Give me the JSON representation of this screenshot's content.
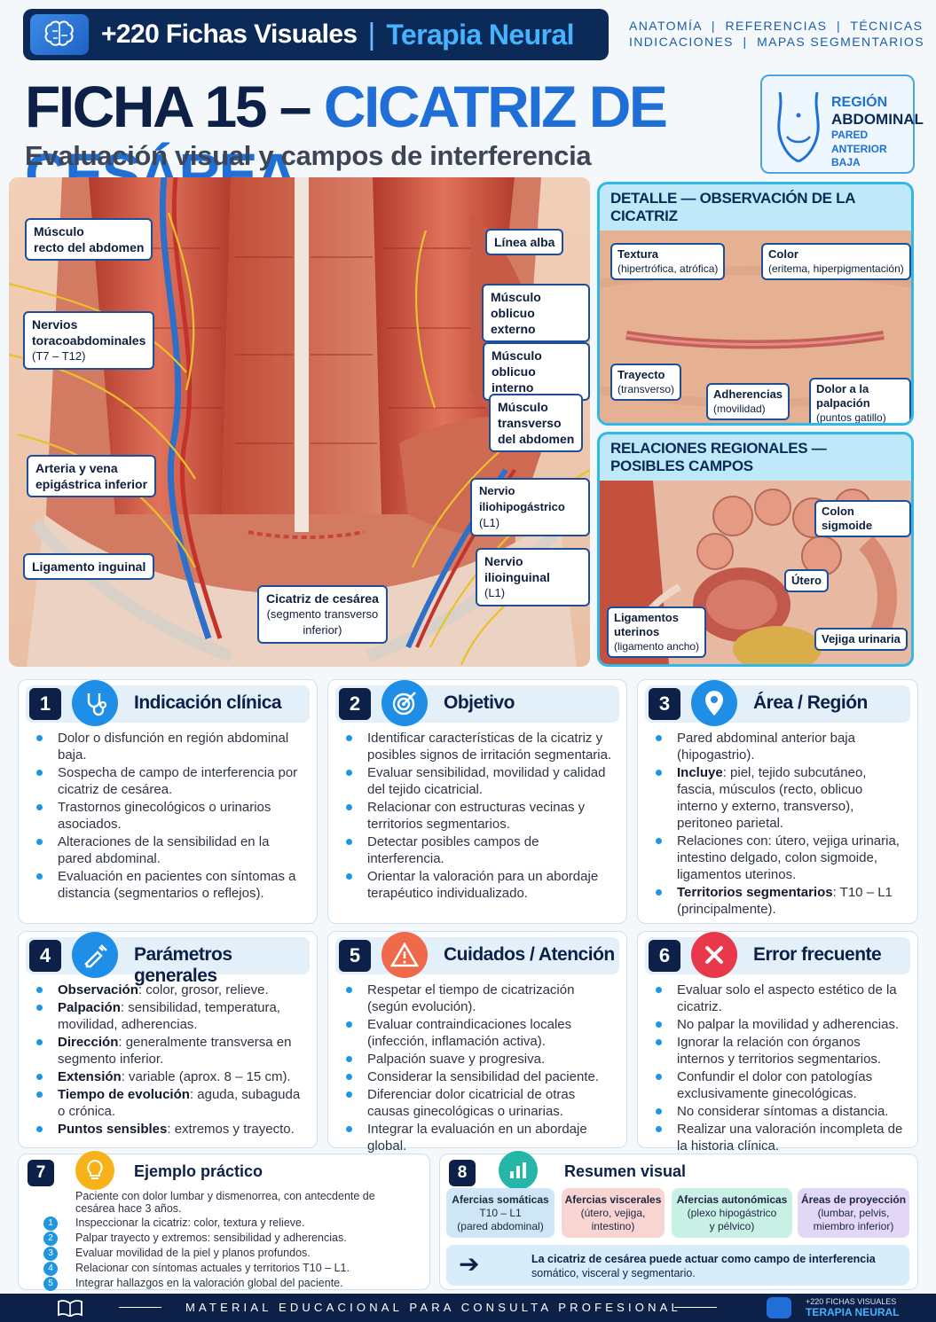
{
  "header": {
    "brand": "+220 Fichas Visuales",
    "separator": "|",
    "brand_sub": "Terapia Neural",
    "nav_line1": "ANATOMÍA  |  REFERENCIAS  |  TÉCNICAS",
    "nav_line2": "INDICACIONES  |  MAPAS SEGMENTARIOS"
  },
  "title": {
    "part1": "FICHA 15 – ",
    "part2": "CICATRIZ DE CESÁREA",
    "subtitle": "Evaluación visual y campos de interferencia"
  },
  "region": {
    "l1": "REGIÓN",
    "l2": "ABDOMINAL",
    "l3": "PARED ANTERIOR",
    "l4": "BAJA"
  },
  "anatomy_labels": [
    {
      "t": "Músculo",
      "s": "recto del abdomen"
    },
    {
      "t": "Nervios",
      "s": "toracoabdominales",
      "n": "(T7 – T12)"
    },
    {
      "t": "Arteria y vena",
      "s": "epigástrica inferior"
    },
    {
      "t": "Ligamento inguinal"
    },
    {
      "t": "Línea alba"
    },
    {
      "t": "Músculo",
      "s": "oblicuo externo"
    },
    {
      "t": "Músculo",
      "s": "oblicuo interno"
    },
    {
      "t": "Músculo",
      "s": "transverso",
      "n": "del abdomen"
    },
    {
      "t": "Nervio iliohipogástrico",
      "n": "(L1)"
    },
    {
      "t": "Nervio ilioinguinal",
      "n": "(L1)"
    },
    {
      "t": "Cicatriz de cesárea",
      "n": "(segmento transverso",
      "m": "inferior)"
    }
  ],
  "detail": {
    "title": "DETALLE — OBSERVACIÓN DE LA CICATRIZ",
    "tags": [
      {
        "t": "Textura",
        "s": "(hipertrófica, atrófica)"
      },
      {
        "t": "Color",
        "s": "(eritema, hiperpigmentación)"
      },
      {
        "t": "Trayecto",
        "s": "(transverso)"
      },
      {
        "t": "Adherencias",
        "s": "(movilidad)"
      },
      {
        "t": "Dolor a la palpación",
        "s": "(puntos gatillo)"
      }
    ]
  },
  "relations": {
    "title": "RELACIONES REGIONALES — POSIBLES CAMPOS",
    "tags": [
      {
        "t": "Colon sigmoide"
      },
      {
        "t": "Útero"
      },
      {
        "t": "Vejiga urinaria"
      },
      {
        "t": "Ligamentos",
        "s": "uterinos",
        "n": "(ligamento ancho)"
      }
    ]
  },
  "cards": [
    {
      "num": "1",
      "title": "Indicación clínica",
      "items": [
        "Dolor o disfunción en región abdominal baja.",
        "Sospecha de campo de interferencia por cicatriz de cesárea.",
        "Trastornos ginecológicos o urinarios asociados.",
        "Alteraciones de la sensibilidad en la pared abdominal.",
        "Evaluación en pacientes con síntomas a distancia (segmentarios o reflejos)."
      ]
    },
    {
      "num": "2",
      "title": "Objetivo",
      "items": [
        "Identificar características de la cicatriz y posibles signos de irritación segmentaria.",
        "Evaluar sensibilidad, movilidad y calidad del tejido cicatricial.",
        "Relacionar con estructuras vecinas y territorios segmentarios.",
        "Detectar posibles campos de interferencia.",
        "Orientar la valoración para un abordaje terapéutico individualizado."
      ]
    },
    {
      "num": "3",
      "title": "Área / Región",
      "items": [
        {
          "t": "Pared abdominal anterior baja (hipogastrio)."
        },
        {
          "b": "Incluye",
          "t": ": piel, tejido subcutáneo, fascia, músculos (recto, oblicuo interno y externo, transverso), peritoneo parietal."
        },
        {
          "t": "Relaciones con: útero, vejiga urinaria, intestino delgado, colon sigmoide, ligamentos uterinos."
        },
        {
          "b": "Territorios segmentarios",
          "t": ": T10 – L1 (principalmente)."
        }
      ]
    },
    {
      "num": "4",
      "title": "Parámetros generales",
      "items": [
        {
          "b": "Observación",
          "t": ": color, grosor, relieve."
        },
        {
          "b": "Palpación",
          "t": ": sensibilidad, temperatura, movilidad, adherencias."
        },
        {
          "b": "Dirección",
          "t": ": generalmente transversa en segmento inferior."
        },
        {
          "b": "Extensión",
          "t": ": variable (aprox. 8 – 15 cm)."
        },
        {
          "b": "Tiempo de evolución",
          "t": ": aguda, subaguda o crónica."
        },
        {
          "b": "Puntos sensibles",
          "t": ": extremos y trayecto."
        }
      ]
    },
    {
      "num": "5",
      "title": "Cuidados / Atención",
      "items": [
        "Respetar el tiempo de cicatrización (según evolución).",
        "Evaluar contraindicaciones locales (infección, inflamación activa).",
        "Palpación suave y progresiva.",
        "Considerar la sensibilidad del paciente.",
        "Diferenciar dolor cicatricial de otras causas ginecológicas o urinarias.",
        "Integrar la evaluación en un abordaje global."
      ]
    },
    {
      "num": "6",
      "title": "Error frecuente",
      "items": [
        "Evaluar solo el aspecto estético de la cicatriz.",
        "No palpar la movilidad y adherencias.",
        "Ignorar la relación con órganos internos y territorios segmentarios.",
        "Confundir el dolor con patologías exclusivamente ginecológicas.",
        "No considerar síntomas a distancia.",
        "Realizar una valoración incompleta de la historia clínica."
      ]
    }
  ],
  "example": {
    "num": "7",
    "title": "Ejemplo práctico",
    "intro": "Paciente con dolor lumbar y dismenorrea, con antecdente de cesárea hace 3 años.",
    "steps": [
      {
        "n": "1",
        "t": "Inspeccionar la cicatriz: color, textura y relieve."
      },
      {
        "n": "2",
        "t": "Palpar trayecto y extremos: sensibilidad y adherencias."
      },
      {
        "n": "3",
        "t": "Evaluar movilidad de la piel y planos profundos."
      },
      {
        "n": "4",
        "t": "Relacionar con síntomas actuales y territorios T10 – L1."
      },
      {
        "n": "5",
        "t": "Integrar  hallazgos en la valoración global del paciente."
      }
    ]
  },
  "summary": {
    "num": "8",
    "title": "Resumen visual",
    "boxes": [
      {
        "t": "Afercias somáticas",
        "s": "T10 – L1",
        "n": "(pared abdominal)",
        "color": "#cfe6f7"
      },
      {
        "t": "Afercias viscerales",
        "s": "(útero, vejiga,",
        "n": "intestino)",
        "color": "#f8d4d2"
      },
      {
        "t": "Afercias autonómicas",
        "s": "(plexo hipogástrico",
        "n": "y pélvico)",
        "color": "#c9f0e4"
      },
      {
        "t": "Áreas de proyección",
        "s": "(lumbar, pelvis,",
        "n": "miembro inferior)",
        "color": "#e2d7f4"
      }
    ],
    "note1": "La cicatriz de cesárea puede actuar como campo de interferencia",
    "note2": "somático, visceral y segmentario."
  },
  "footer": {
    "text": "MATERIAL EDUCACIONAL PARA CONSULTA PROFESIONAL",
    "brand1": "+220 FICHAS VISUALES",
    "brand2": "TERAPIA NEURAL"
  },
  "colors": {
    "navy": "#0c2048",
    "blue": "#1f6fd6",
    "cyan": "#2fb8e8"
  }
}
